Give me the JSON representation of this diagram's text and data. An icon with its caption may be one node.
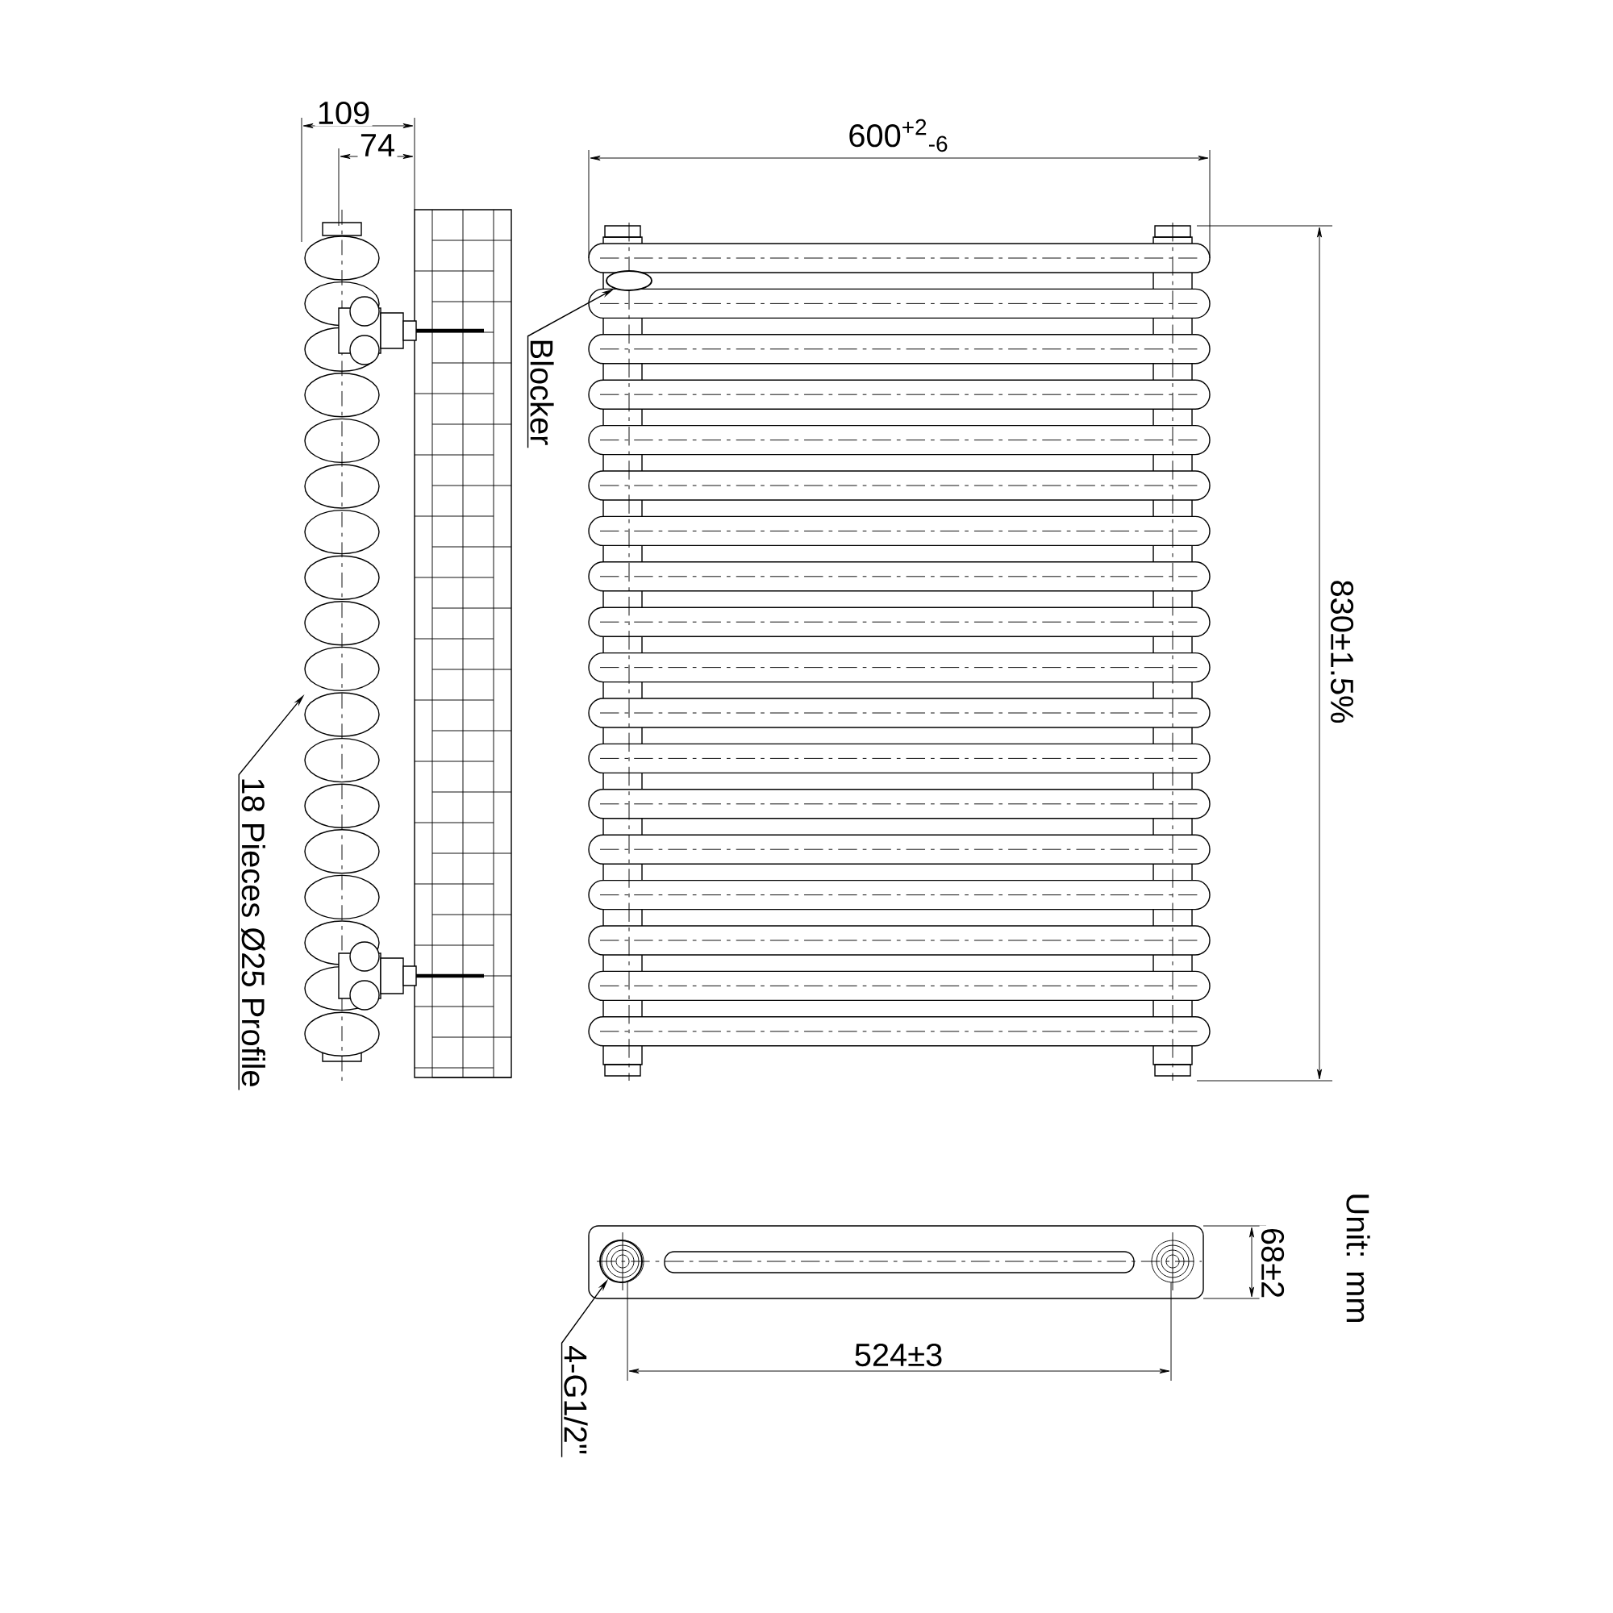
{
  "diagram": {
    "nodes": [
      {
        "text": [
          "Blocker"
        ]
      },
      {
        "text": [],
        "shape": "ellipse"
      },
      {
        "text": [
          "18 Pieces Ø25 Profile"
        ]
      },
      {
        "text": [
          "4-G1/2\""
        ]
      },
      {
        "text": [],
        "shape": "circle"
      },
      {
        "text": [],
        "shape": "picture"
      }
    ],
    "edges": [
      {
        "from": 0,
        "to": 1,
        "arrow": "to"
      },
      {
        "from": 2,
        "to": 5,
        "arrow": "to"
      },
      {
        "from": 3,
        "to": 4,
        "arrow": "to"
      }
    ],
    "labels": [
      "109",
      "74",
      "600$^{+2}$$_{-6}$",
      "830±1.5%",
      "Unit: mm",
      "68±2",
      "524±3"
    ]
  }
}
